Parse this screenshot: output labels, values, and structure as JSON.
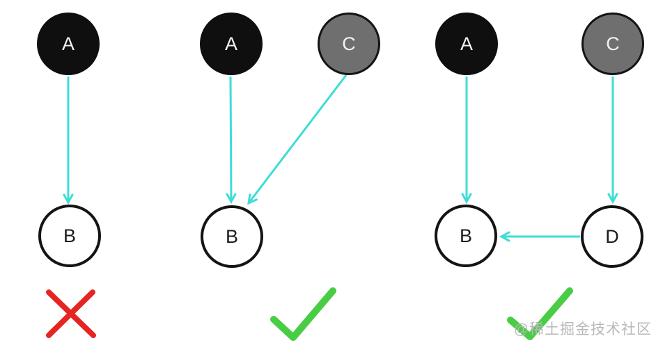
{
  "colors": {
    "bg": "#ffffff",
    "node-dark": "#0f0f0f",
    "node-gray": "#6f6f6f",
    "node-light": "#ffffff",
    "node-border": "#141414",
    "label-light": "#f2f2f2",
    "label-dark": "#1c1c1c",
    "arrow": "#3eddd6",
    "cross": "#e52522",
    "check": "#49cd45",
    "watermark": "#b9b9b9"
  },
  "figure": {
    "groups": [
      {
        "name": "left",
        "verdict": "cross",
        "nodes": [
          {
            "label": "A",
            "variant": "dark"
          },
          {
            "label": "B",
            "variant": "light"
          }
        ],
        "edges": [
          {
            "from": "A",
            "to": "B"
          }
        ]
      },
      {
        "name": "middle",
        "verdict": "check",
        "nodes": [
          {
            "label": "A",
            "variant": "dark"
          },
          {
            "label": "C",
            "variant": "gray"
          },
          {
            "label": "B",
            "variant": "light"
          }
        ],
        "edges": [
          {
            "from": "A",
            "to": "B"
          },
          {
            "from": "C",
            "to": "B"
          }
        ]
      },
      {
        "name": "right",
        "verdict": "check",
        "nodes": [
          {
            "label": "A",
            "variant": "dark"
          },
          {
            "label": "C",
            "variant": "gray"
          },
          {
            "label": "B",
            "variant": "light"
          },
          {
            "label": "D",
            "variant": "light"
          }
        ],
        "edges": [
          {
            "from": "A",
            "to": "B"
          },
          {
            "from": "C",
            "to": "D"
          },
          {
            "from": "D",
            "to": "B"
          }
        ]
      }
    ]
  },
  "watermark": {
    "text": "@稀土掘金技术社区"
  }
}
